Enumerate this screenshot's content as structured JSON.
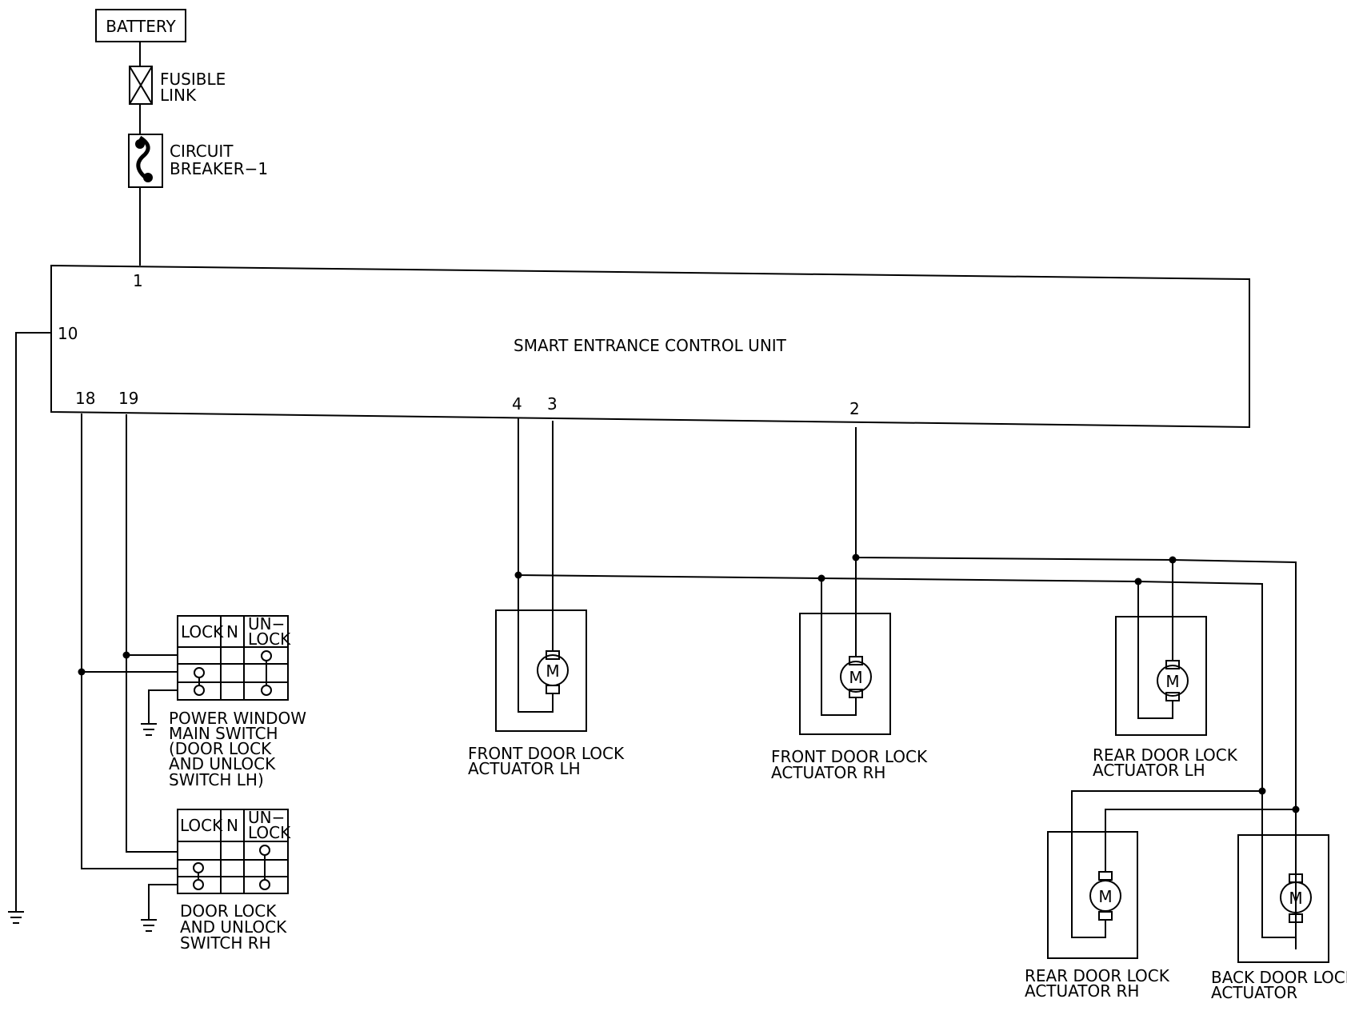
{
  "battery": {
    "label": "BATTERY"
  },
  "fusible_link": {
    "line1": "FUSIBLE",
    "line2": "LINK"
  },
  "circuit_breaker": {
    "line1": "CIRCUIT",
    "line2": "BREAKER−1"
  },
  "control_unit": {
    "label": "SMART ENTRANCE CONTROL UNIT",
    "pins": {
      "p1": "1",
      "p10": "10",
      "p18": "18",
      "p19": "19",
      "p4": "4",
      "p3": "3",
      "p2": "2"
    }
  },
  "switch_lh": {
    "headers": {
      "lock": "LOCK",
      "n": "N",
      "unlock_1": "UN−",
      "unlock_2": "LOCK"
    },
    "label": [
      "POWER WINDOW",
      "MAIN SWITCH",
      "(DOOR LOCK",
      "AND UNLOCK",
      "SWITCH LH)"
    ]
  },
  "switch_rh": {
    "headers": {
      "lock": "LOCK",
      "n": "N",
      "unlock_1": "UN−",
      "unlock_2": "LOCK"
    },
    "label": [
      "DOOR LOCK",
      "AND UNLOCK",
      "SWITCH RH"
    ]
  },
  "actuators": {
    "front_lh": [
      "FRONT DOOR LOCK",
      "ACTUATOR LH"
    ],
    "front_rh": [
      "FRONT DOOR LOCK",
      "ACTUATOR RH"
    ],
    "rear_lh": [
      "REAR DOOR LOCK",
      "ACTUATOR LH"
    ],
    "rear_rh": [
      "REAR DOOR LOCK",
      "ACTUATOR RH"
    ],
    "back": [
      "BACK DOOR LOCK",
      "ACTUATOR"
    ]
  },
  "motor_symbol": "M"
}
